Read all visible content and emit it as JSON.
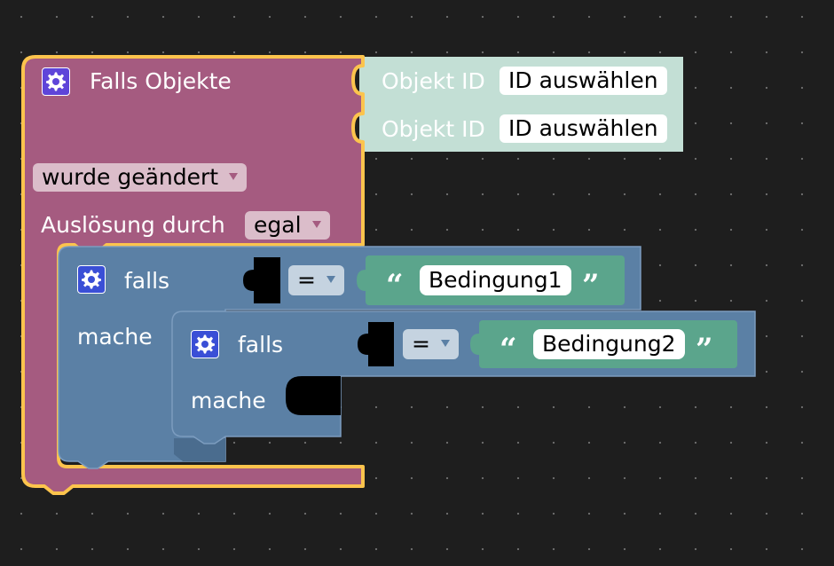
{
  "trigger": {
    "title": "Falls Objekte",
    "object_rows": [
      {
        "label": "Objekt ID",
        "value": "ID auswählen"
      },
      {
        "label": "Objekt ID",
        "value": "ID auswählen"
      }
    ],
    "event_dropdown": "wurde geändert",
    "ack_label": "Auslösung durch",
    "ack_dropdown": "egal"
  },
  "if_block_1": {
    "keyword": "falls",
    "do_label": "mache",
    "operator": "=",
    "string_value": "Bedingung1"
  },
  "if_block_2": {
    "keyword": "falls",
    "do_label": "mache",
    "operator": "=",
    "string_value": "Bedingung2"
  },
  "quote_open": "“",
  "quote_close": "”",
  "colors": {
    "background": "#1e1e1e",
    "trigger_block": "#a55b80",
    "trigger_outline": "#fcc44d",
    "object_block": "#c3dfd5",
    "logic_block": "#5b80a5",
    "text_block": "#5ba58c",
    "gear": "#5e45d9"
  }
}
